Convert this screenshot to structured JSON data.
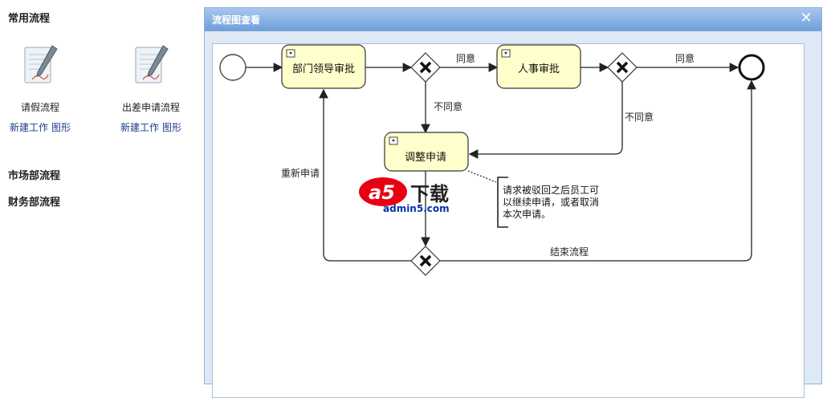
{
  "sidebar": {
    "sections": [
      {
        "title": "常用流程"
      },
      {
        "title": "市场部流程"
      },
      {
        "title": "财务部流程"
      }
    ],
    "processes": [
      {
        "name": "请假流程",
        "new_work": "新建工作",
        "diagram": "图形",
        "icon": "document-pen-icon"
      },
      {
        "name": "出差申请流程",
        "new_work": "新建工作",
        "diagram": "图形",
        "icon": "document-pen-icon"
      }
    ]
  },
  "dialog": {
    "title": "流程图查看",
    "close_icon": "close-icon"
  },
  "diagram": {
    "tasks": {
      "dept_approve": "部门领导审批",
      "hr_approve": "人事审批",
      "adjust": "调整申请"
    },
    "flows": {
      "agree_1": "同意",
      "agree_2": "同意",
      "disagree_1": "不同意",
      "disagree_2": "不同意",
      "reapply": "重新申请",
      "end_process": "结束流程"
    },
    "annotation": [
      "请求被驳回之后员工可",
      "以继续申请，或者取消",
      "本次申请。"
    ]
  },
  "watermark": {
    "brand": "a5",
    "text": "下载",
    "url": "admin5.com"
  },
  "colors": {
    "dialog_header": "#6f9fdc",
    "task_fill": "#ffffcc",
    "link": "#1a3c8c"
  }
}
